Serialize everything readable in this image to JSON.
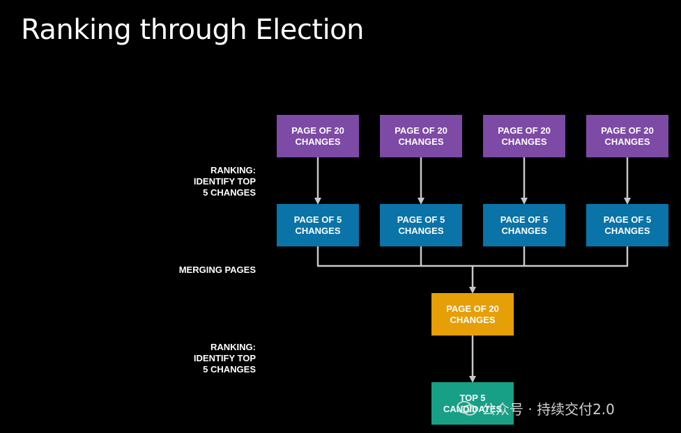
{
  "title": "Ranking through Election",
  "labels": {
    "ranking_1": [
      "RANKING:",
      "IDENTIFY TOP",
      "5 CHANGES"
    ],
    "merging": "MERGING PAGES",
    "ranking_2": [
      "RANKING:",
      "IDENTIFY TOP",
      "5 CHANGES"
    ]
  },
  "top_row": [
    {
      "line1": "PAGE OF 20",
      "line2": "CHANGES"
    },
    {
      "line1": "PAGE OF 20",
      "line2": "CHANGES"
    },
    {
      "line1": "PAGE OF 20",
      "line2": "CHANGES"
    },
    {
      "line1": "PAGE OF 20",
      "line2": "CHANGES"
    }
  ],
  "second_row": [
    {
      "line1": "PAGE OF 5",
      "line2": "CHANGES"
    },
    {
      "line1": "PAGE OF 5",
      "line2": "CHANGES"
    },
    {
      "line1": "PAGE OF 5",
      "line2": "CHANGES"
    },
    {
      "line1": "PAGE OF 5",
      "line2": "CHANGES"
    }
  ],
  "merged": {
    "line1": "PAGE OF 20",
    "line2": "CHANGES"
  },
  "result": {
    "line1": "TOP 5",
    "line2": "CANDIDATES"
  },
  "watermark": {
    "text": "公众号 · 持续交付2.0",
    "icon": "wechat-icon"
  },
  "colors": {
    "purple": "#7d4aa6",
    "blue": "#0a73a8",
    "orange": "#e69f07",
    "teal": "#17a086",
    "connector": "#c8c8c8"
  }
}
